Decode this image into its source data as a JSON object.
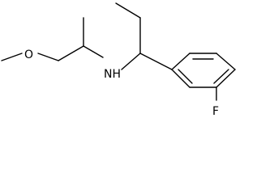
{
  "molecule": {
    "atoms": {
      "oxygen": "O",
      "nitrogen": "NH",
      "fluorine": "F"
    }
  },
  "colors": {
    "bond": "#000000",
    "background": "#ffffff"
  }
}
